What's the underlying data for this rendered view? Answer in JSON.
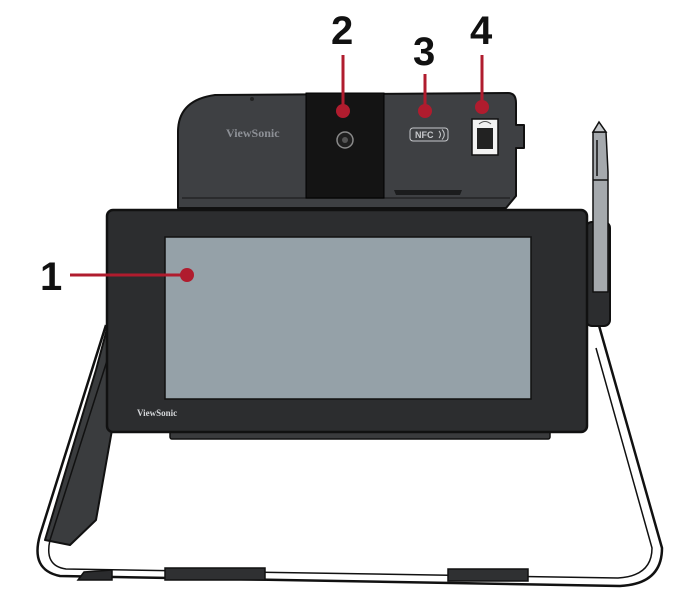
{
  "callouts": [
    {
      "number": "1",
      "part": "screen"
    },
    {
      "number": "2",
      "part": "camera"
    },
    {
      "number": "3",
      "part": "nfc-reader"
    },
    {
      "number": "4",
      "part": "fingerprint-reader"
    }
  ],
  "device": {
    "brand_top": "ViewSonic",
    "brand_bezel": "ViewSonic",
    "nfc_label": "NFC"
  },
  "colors": {
    "callout_red": "#b01c2e",
    "body_dark": "#3e4043",
    "bezel": "#2c2d2f",
    "screen": "#95a1a8",
    "module": "#151515",
    "outline": "#111111"
  }
}
